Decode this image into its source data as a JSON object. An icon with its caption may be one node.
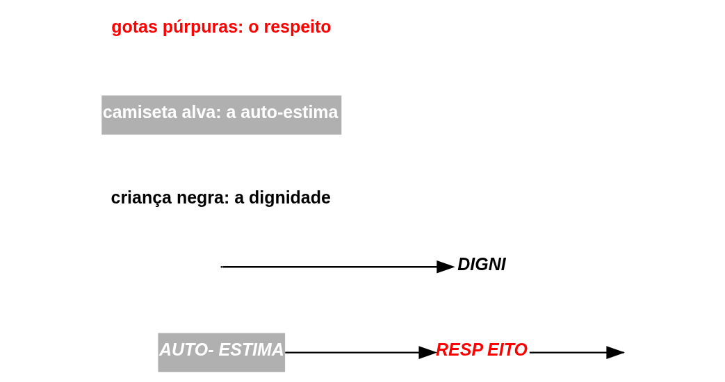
{
  "diagram": {
    "nodes": [
      {
        "text": [
          "AUTO- ESTIMA"
        ]
      },
      {
        "text": [
          "RESP EITO"
        ]
      },
      {
        "text": [
          "DIGNI"
        ]
      }
    ],
    "edges": [
      {
        "from": 0,
        "to": 1,
        "arrow": "to"
      },
      {
        "from": 1,
        "to": null,
        "arrow": "to"
      },
      {
        "from": null,
        "to": 2,
        "arrow": "to"
      }
    ],
    "labels": [
      "criança negra: a dignidade",
      "camiseta alva: a auto-estima",
      "gotas púrpuras: o respeito"
    ]
  }
}
